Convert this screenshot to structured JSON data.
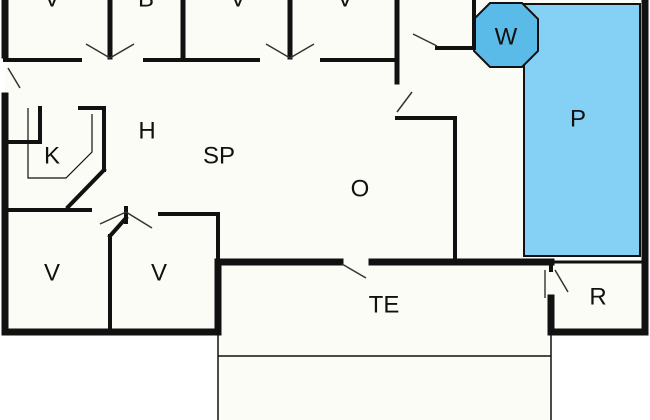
{
  "colors": {
    "background": "#ffffff",
    "floor": "#fbfcf6",
    "wall": "#111111",
    "door_line": "#333333",
    "pool": "#85d1f6",
    "whirlpool": "#5bbbe8"
  },
  "rooms": {
    "top_1": "V",
    "top_2": "B",
    "top_3": "V",
    "top_4": "V",
    "whirlpool": "W",
    "pool": "P",
    "hall": "H",
    "kitchen": "K",
    "sauna": "SP",
    "living": "O",
    "bedroom_left": "V",
    "bedroom_right": "V",
    "terrace": "TE",
    "storage": "R"
  }
}
